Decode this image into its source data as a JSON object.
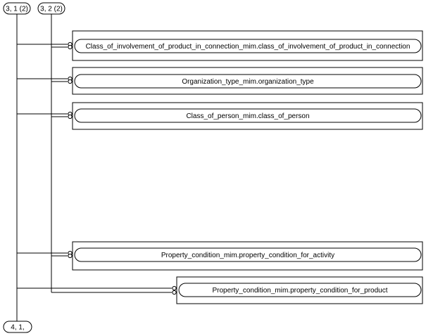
{
  "page_refs": {
    "top_left": "3, 1 (2)",
    "top_right": "3, 2 (2)",
    "bottom": "4, 1,"
  },
  "entities": [
    {
      "label": "Class_of_involvement_of_product_in_connection_mim.class_of_involvement_of_product_in_connection"
    },
    {
      "label": "Organization_type_mim.organization_type"
    },
    {
      "label": "Class_of_person_mim.class_of_person"
    },
    {
      "label": "Property_condition_mim.property_condition_for_activity"
    },
    {
      "label": "Property_condition_mim.property_condition_for_product"
    }
  ],
  "colors": {
    "line": "#000000",
    "fill": "#ffffff"
  }
}
